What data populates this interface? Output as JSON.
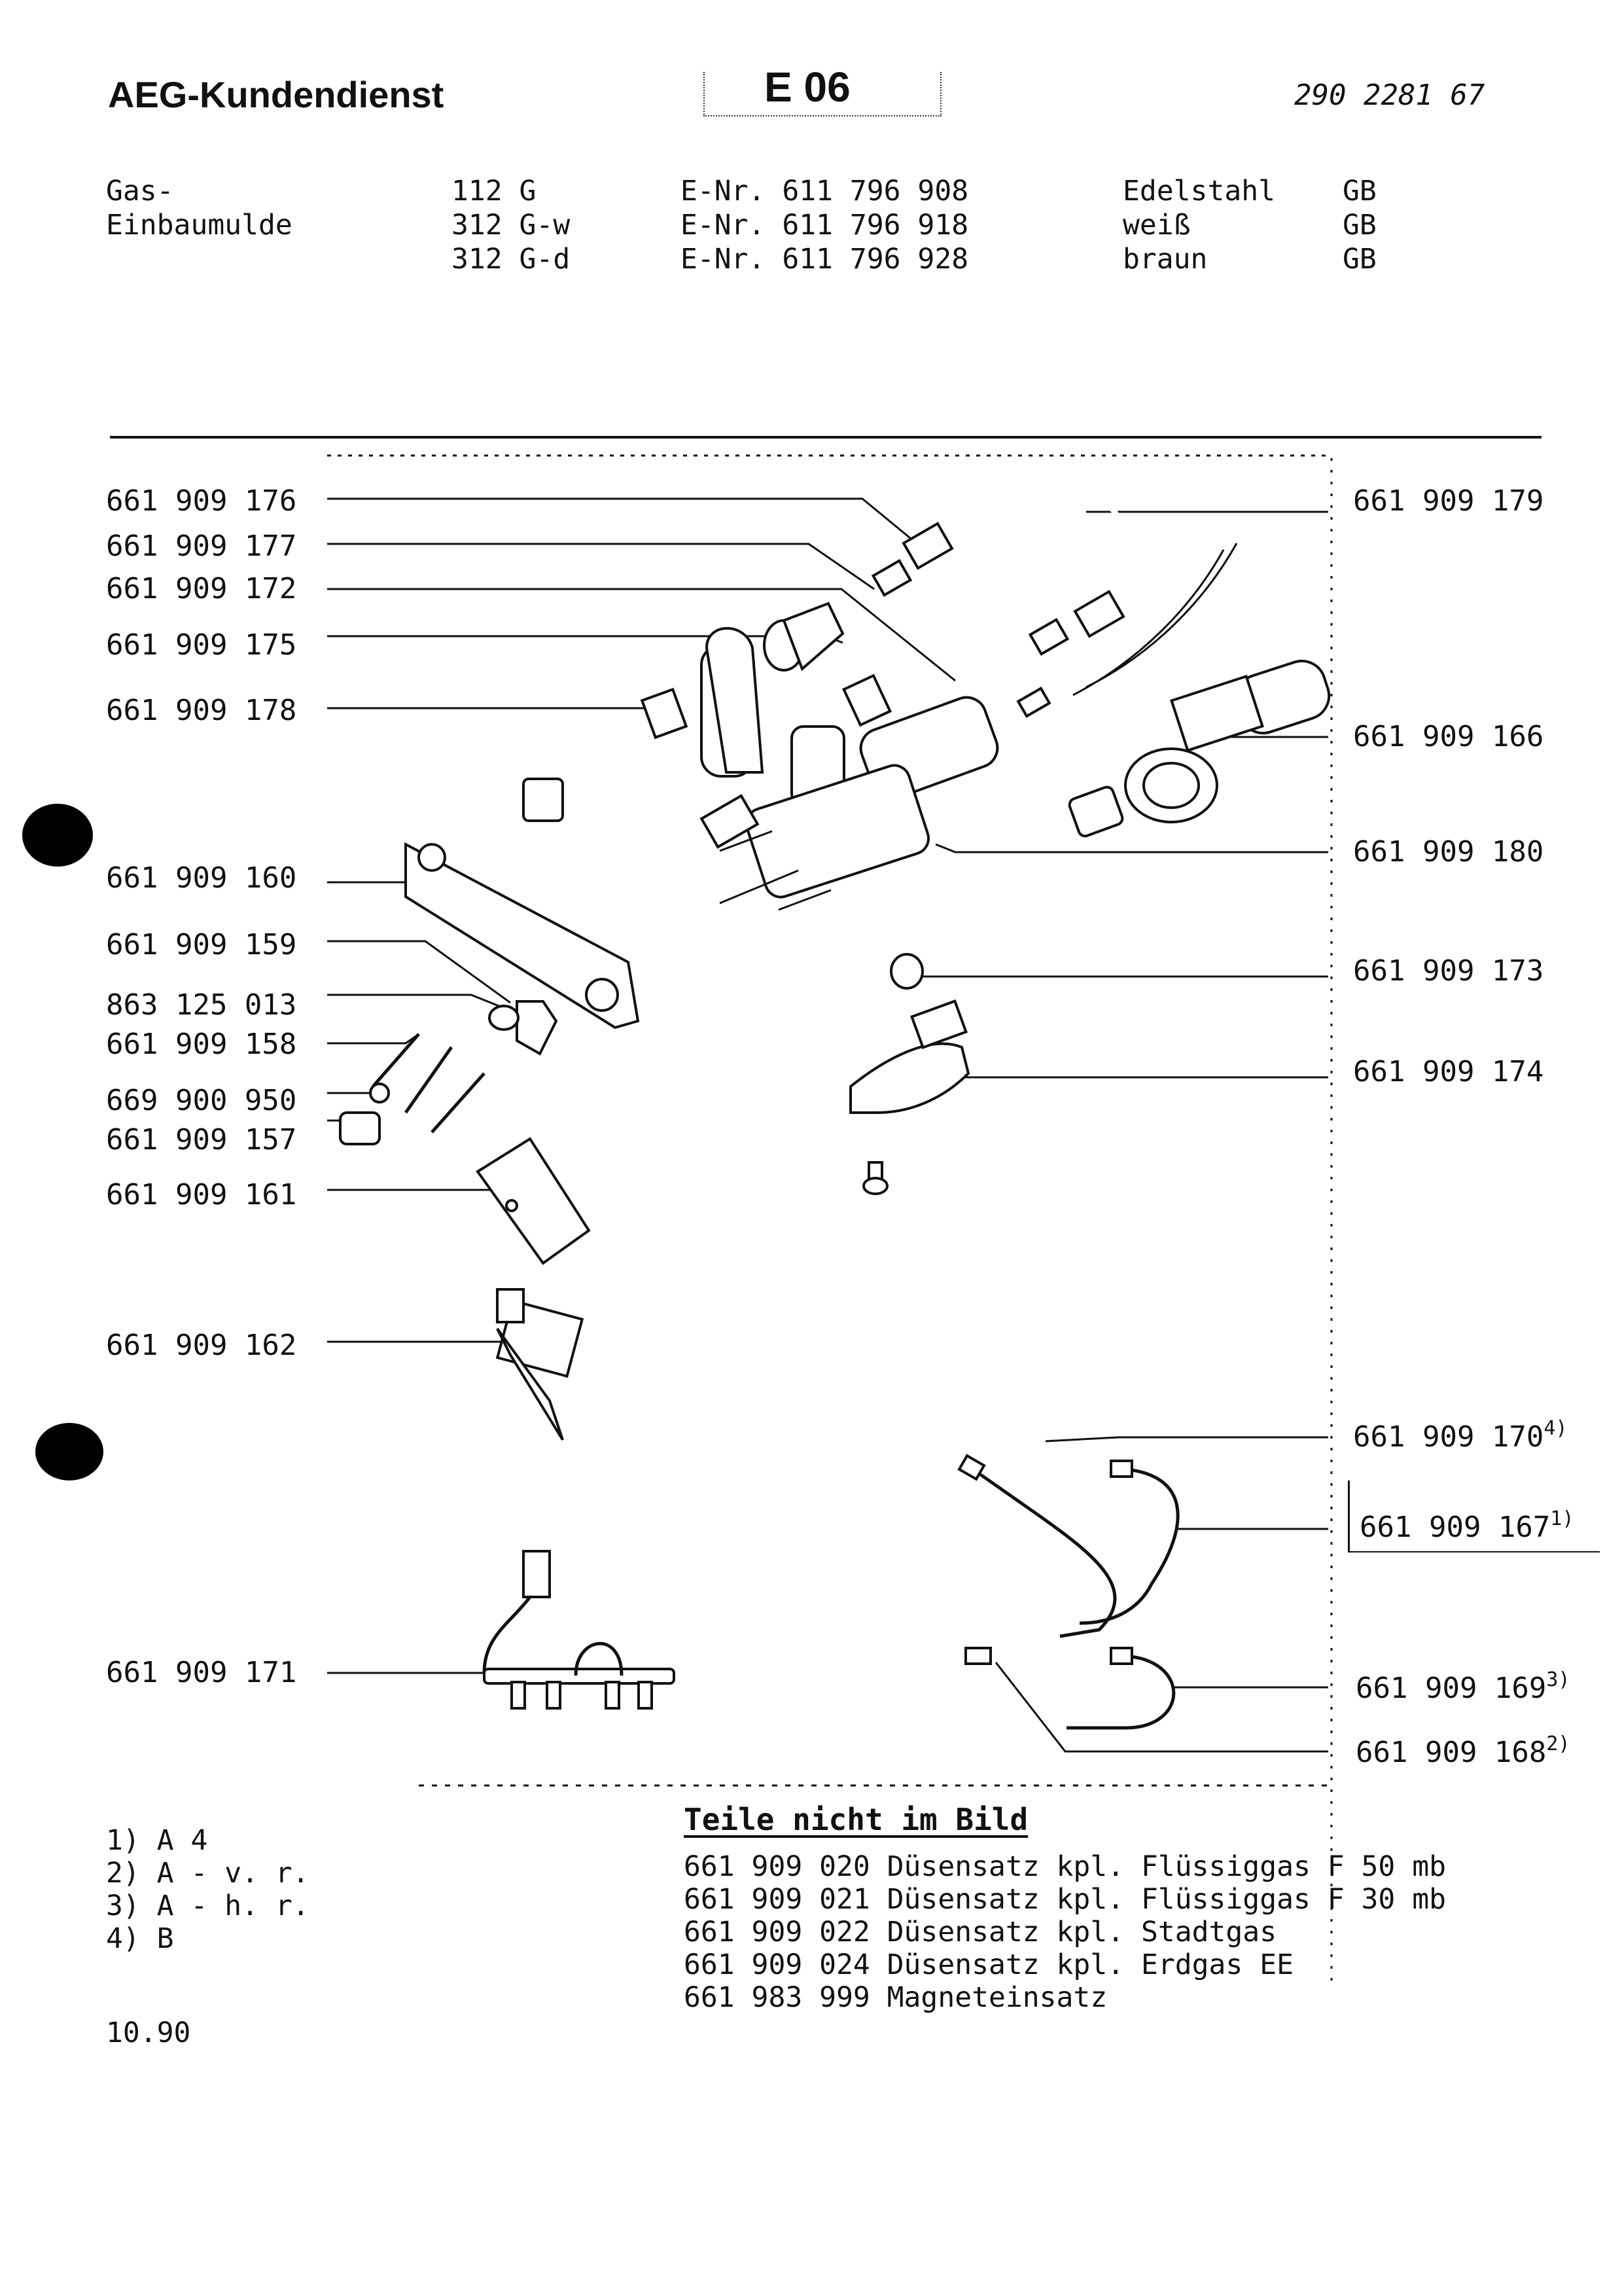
{
  "header": {
    "brand": "AEG-Kundendienst",
    "code": "E 06",
    "doc_number": "290 2281 67"
  },
  "product": {
    "type_line1": "Gas-",
    "type_line2": "Einbaumulde",
    "models": [
      {
        "model": "112 G",
        "enr": "E-Nr. 611 796 908",
        "finish": "Edelstahl",
        "country": "GB"
      },
      {
        "model": "312 G-w",
        "enr": "E-Nr. 611 796 918",
        "finish": "weiß",
        "country": "GB"
      },
      {
        "model": "312 G-d",
        "enr": "E-Nr. 611 796 928",
        "finish": "braun",
        "country": "GB"
      }
    ]
  },
  "parts_left": [
    "661 909 176",
    "661 909 177",
    "661 909 172",
    "661 909 175",
    "661 909 178",
    "661 909 160",
    "661 909 159",
    "863 125 013",
    "661 909 158",
    "669 900 950",
    "661 909 157",
    "661 909 161",
    "661 909 162",
    "661 909 171"
  ],
  "parts_right": [
    {
      "num": "661 909 179",
      "sup": ""
    },
    {
      "num": "661 909 166",
      "sup": ""
    },
    {
      "num": "661 909 180",
      "sup": ""
    },
    {
      "num": "661 909 173",
      "sup": ""
    },
    {
      "num": "661 909 174",
      "sup": ""
    },
    {
      "num": "661 909 170",
      "sup": "4)"
    },
    {
      "num": "661 909 167",
      "sup": "1)"
    },
    {
      "num": "661 909 169",
      "sup": "3)"
    },
    {
      "num": "661 909 168",
      "sup": "2)"
    }
  ],
  "footnotes": [
    "1) A 4",
    "2) A - v. r.",
    "3) A - h. r.",
    "4) B"
  ],
  "date": "10.90",
  "not_shown": {
    "title": "Teile nicht im Bild",
    "items": [
      "661 909 020 Düsensatz kpl. Flüssiggas F 50 mb",
      "661 909 021 Düsensatz kpl. Flüssiggas F 30 mb",
      "661 909 022 Düsensatz kpl. Stadtgas",
      "661 909 024 Düsensatz kpl. Erdgas EE",
      "661 983 999 Magneteinsatz"
    ]
  }
}
